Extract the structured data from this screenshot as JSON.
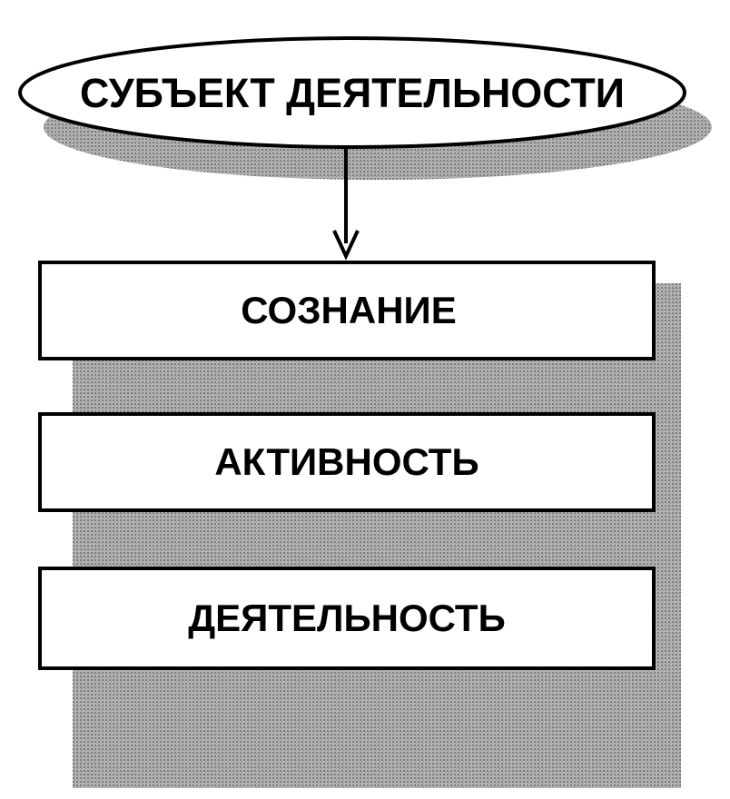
{
  "diagram": {
    "subject": "СУБЪЕКТ ДЕЯТЕЛЬНОСТИ",
    "levels": [
      "СОЗНАНИЕ",
      "АКТИВНОСТЬ",
      "ДЕЯТЕЛЬНОСТЬ"
    ]
  },
  "colors": {
    "ink": "#000000",
    "paper": "#ffffff",
    "shadow": "#a8a8a8"
  }
}
